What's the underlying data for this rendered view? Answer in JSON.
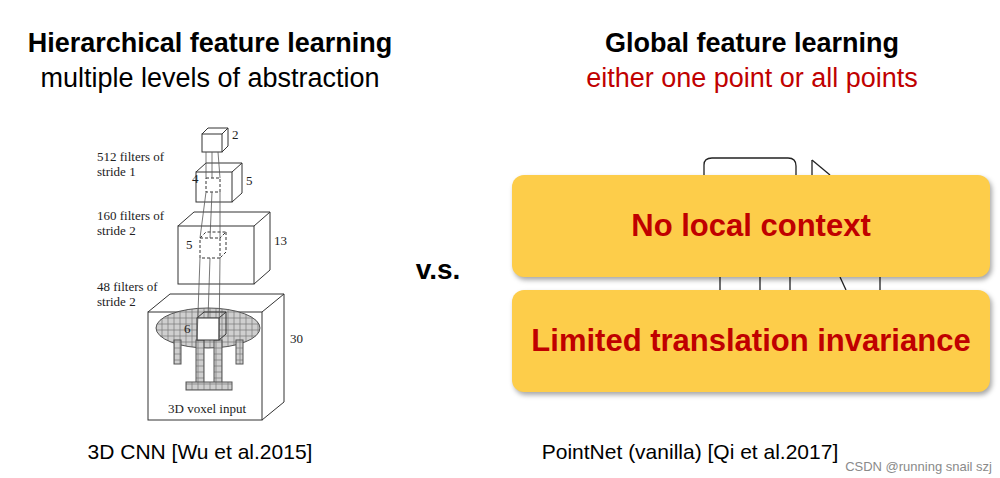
{
  "diagram": {
    "nodes": [
      {
        "text": [
          "No local context"
        ]
      },
      {
        "text": [
          "Limited translation invariance"
        ]
      }
    ],
    "labels": [
      "Hierarchical feature learning",
      "multiple levels of abstraction",
      "Global feature learning",
      "either one point or all points",
      "512 filters of stride 1",
      "160 filters of stride 2",
      "48 filters of stride 2",
      "2",
      "4",
      "5",
      "5",
      "13",
      "6",
      "30",
      "3D voxel input",
      "v.s.",
      "3D CNN [Wu et al.2015]",
      "PointNet (vanilla) [Qi et al.2017]",
      "CSDN @running snail szj"
    ]
  }
}
